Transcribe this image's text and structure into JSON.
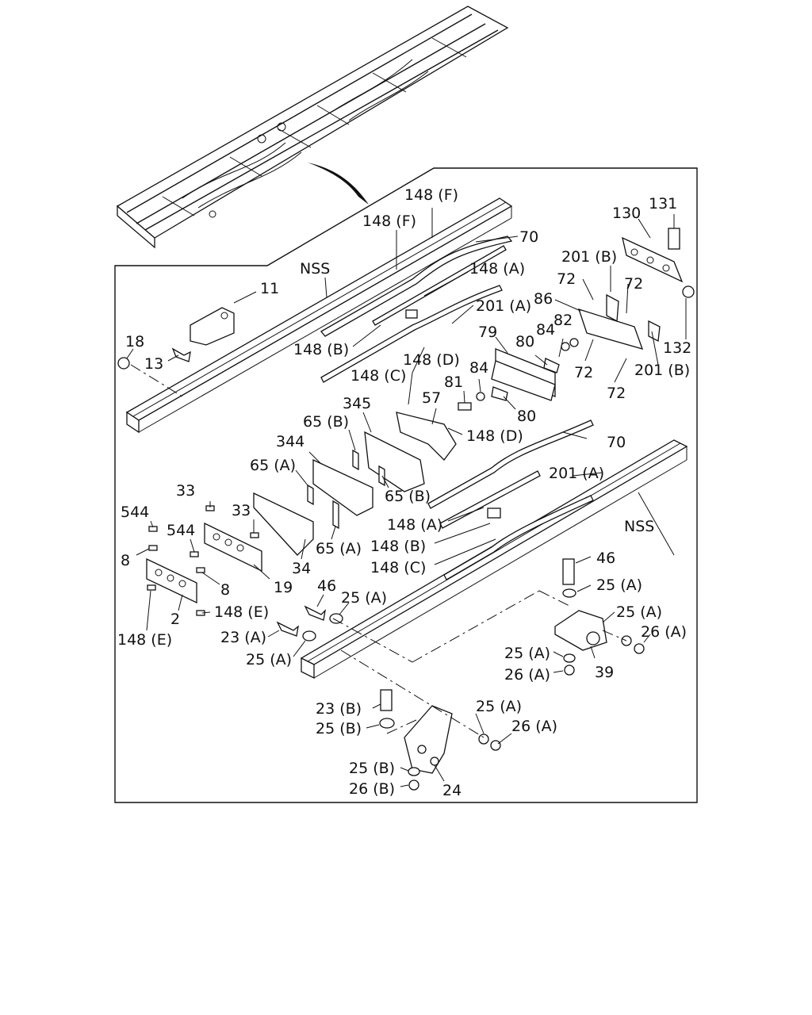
{
  "diagram": {
    "labels": [
      "148 (F)",
      "148 (F)",
      "70",
      "NSS",
      "148 (A)",
      "11",
      "201 (A)",
      "18",
      "13",
      "148 (B)",
      "148 (C)",
      "148 (D)",
      "79",
      "80",
      "84",
      "82",
      "86",
      "72",
      "72",
      "201 (B)",
      "130",
      "131",
      "132",
      "72",
      "201 (B)",
      "72",
      "81",
      "84",
      "80",
      "345",
      "57",
      "148 (D)",
      "65 (B)",
      "344",
      "65 (A)",
      "65 (B)",
      "33",
      "33",
      "544",
      "544",
      "8",
      "8",
      "2",
      "148 (E)",
      "148 (E)",
      "19",
      "34",
      "65 (A)",
      "70",
      "201 (A)",
      "NSS",
      "148 (A)",
      "148 (B)",
      "148 (C)",
      "46",
      "25 (A)",
      "46",
      "25 (A)",
      "25 (A)",
      "26 (A)",
      "25 (A)",
      "26 (A)",
      "39",
      "23 (A)",
      "25 (A)",
      "23 (B)",
      "25 (B)",
      "25 (A)",
      "26 (A)",
      "25 (B)",
      "26 (B)",
      "24"
    ]
  }
}
